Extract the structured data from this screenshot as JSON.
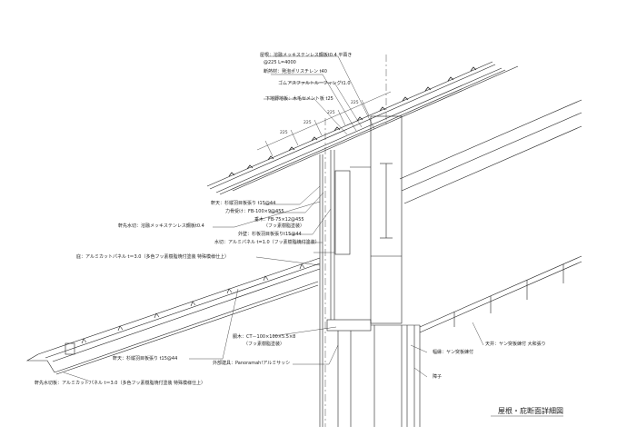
{
  "title": "屋根・庇断面詳細図",
  "roof_labels": {
    "roofing_1": "屋根：溶融メッキステンレス鋼板t0.4 平葺き",
    "roofing_2": "@225 L=4000",
    "insulation": "断熱材：発泡ポリスチレン t40",
    "membrane": "ゴムアスファルトルーフィングt1.0",
    "sheathing": "下地野地板：木毛セメント板 t25"
  },
  "dimensions": [
    "225",
    "225",
    "225",
    "225"
  ],
  "eave_labels": {
    "eave_ceiling": "軒天：杉縦羽目板張り t15@44",
    "rafter_seat": "力骨受け：FB-100×9@455",
    "rafter_1": "垂木：FB-75×12@455",
    "rafter_2": "（フッ素樹脂塗装）",
    "eave_flashing": "軒先水切：溶融メッキステンレス鋼板t0.4",
    "wall_cladding": "外壁：杉板羽目板張りt15@44",
    "drip_flashing": "水切：アルミパネル t=1.0（フッ素樹脂焼付塗装）"
  },
  "canopy_labels": {
    "canopy": "庇：アルミカットパネル t＝3.0（多色フッ素樹脂焼付塗装 特殊模様仕上）",
    "canopy_soffit": "軒天：杉縦羽目板張り t15@44",
    "canopy_edge": "軒先水切板：アルミカットパネル t＝3.0（多色フッ素樹脂焼付塗装 特殊模様仕上）"
  },
  "wall_labels": {
    "beam_1": "胴木：CT－100×100×5.5×8",
    "beam_2": "（フッ素樹脂塗装）",
    "sash": "外部建具：Panoramah!アルミサッシ",
    "frame_trim": "幅縁：ヤン突板練付",
    "mullion": "障子",
    "ceiling": "天井：ヤン突板練付 大和張り"
  }
}
